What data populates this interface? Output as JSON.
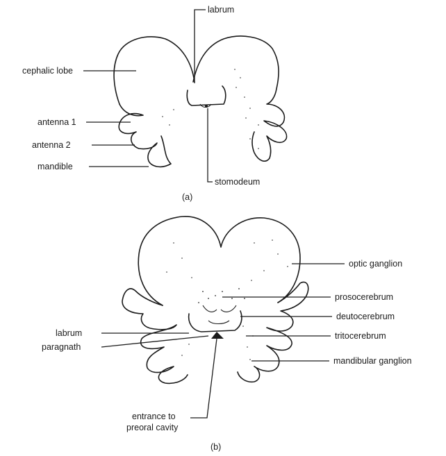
{
  "diagram": {
    "panel_a": {
      "caption": "(a)",
      "labels": {
        "labrum": "labrum",
        "cephalic_lobe": "cephalic lobe",
        "antenna_1": "antenna 1",
        "antenna_2": "antenna 2",
        "mandible": "mandible",
        "stomodeum": "stomodeum"
      }
    },
    "panel_b": {
      "caption": "(b)",
      "labels": {
        "optic_ganglion": "optic ganglion",
        "prosocerebrum": "prosocerebrum",
        "deutocerebrum": "deutocerebrum",
        "labrum": "labrum",
        "tritocerebrum": "tritocerebrum",
        "paragnath": "paragnath",
        "mandibular_ganglion": "mandibular ganglion",
        "entrance_line_1": "entrance to",
        "entrance_line_2": "preoral cavity"
      }
    },
    "colors": {
      "ink": "#1a1a1a",
      "background": "#ffffff"
    }
  }
}
